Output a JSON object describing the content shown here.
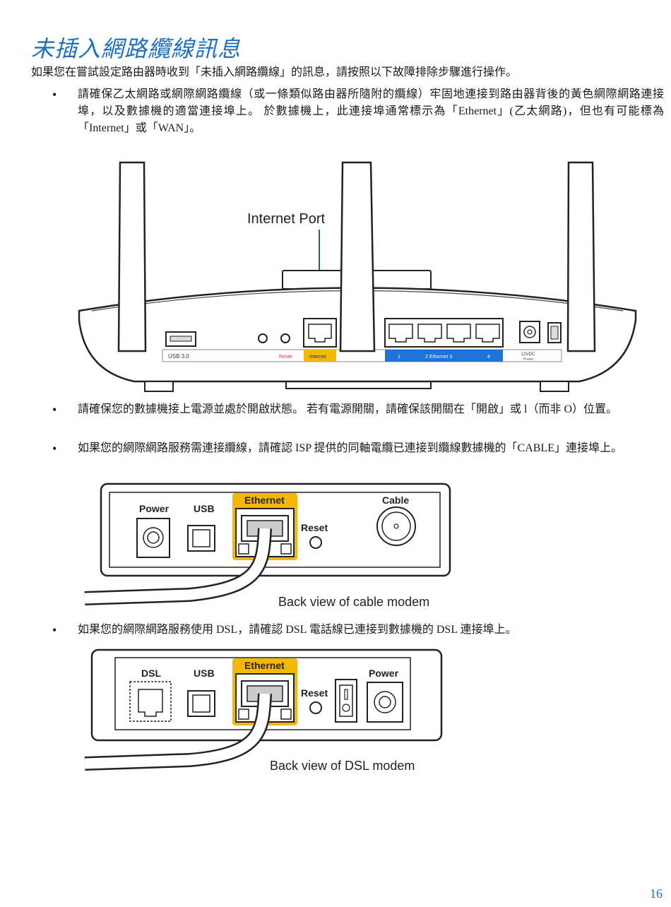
{
  "title": "未插入網路纜線訊息",
  "intro": "如果您在嘗試設定路由器時收到「未插入網路纜線」的訊息，請按照以下故障排除步驟進行操作。",
  "bullets": [
    "請確保乙太網路或網際網路纜線（或一條類似路由器所隨附的纜線）牢固地連接到路由器背後的黃色網際網路連接埠，以及數據機的適當連接埠上。 於數據機上，此連接埠通常標示為「Ethernet」(乙太網路)，但也有可能標為「Internet」或「WAN」。",
    "請確保您的數據機接上電源並處於開啟狀態。 若有電源開關，請確保該開關在「開啟」或 l（而非 O）位置。",
    "如果您的網際網路服務需連接纜線，請確認 ISP 提供的同軸電纜已連接到纜線數據機的「CABLE」連接埠上。",
    "如果您的網際網路服務使用 DSL，請確認 DSL 電話線已連接到數據機的 DSL 連接埠上。"
  ],
  "router_figure": {
    "callout": "Internet Port",
    "labels": {
      "usb": "USB 3.0",
      "reset": "Reset",
      "internet": "Internet",
      "port1": "1",
      "port2_3": "2  Ethernet  3",
      "port4": "4",
      "power": "12VDC",
      "power_sub": "Power"
    }
  },
  "cable_modem_figure": {
    "power": "Power",
    "usb": "USB",
    "ethernet": "Ethernet",
    "reset": "Reset",
    "cable": "Cable",
    "caption": "Back view of cable modem"
  },
  "dsl_modem_figure": {
    "dsl": "DSL",
    "usb": "USB",
    "ethernet": "Ethernet",
    "reset": "Reset",
    "power": "Power",
    "caption": "Back view of DSL modem"
  },
  "page_number": "16",
  "colors": {
    "title": "#1f6fbf",
    "internet_port": "#f5b800",
    "ethernet_band": "#1e73d8",
    "reset_label": "#e03030",
    "callout_line": "#1f5f99"
  }
}
